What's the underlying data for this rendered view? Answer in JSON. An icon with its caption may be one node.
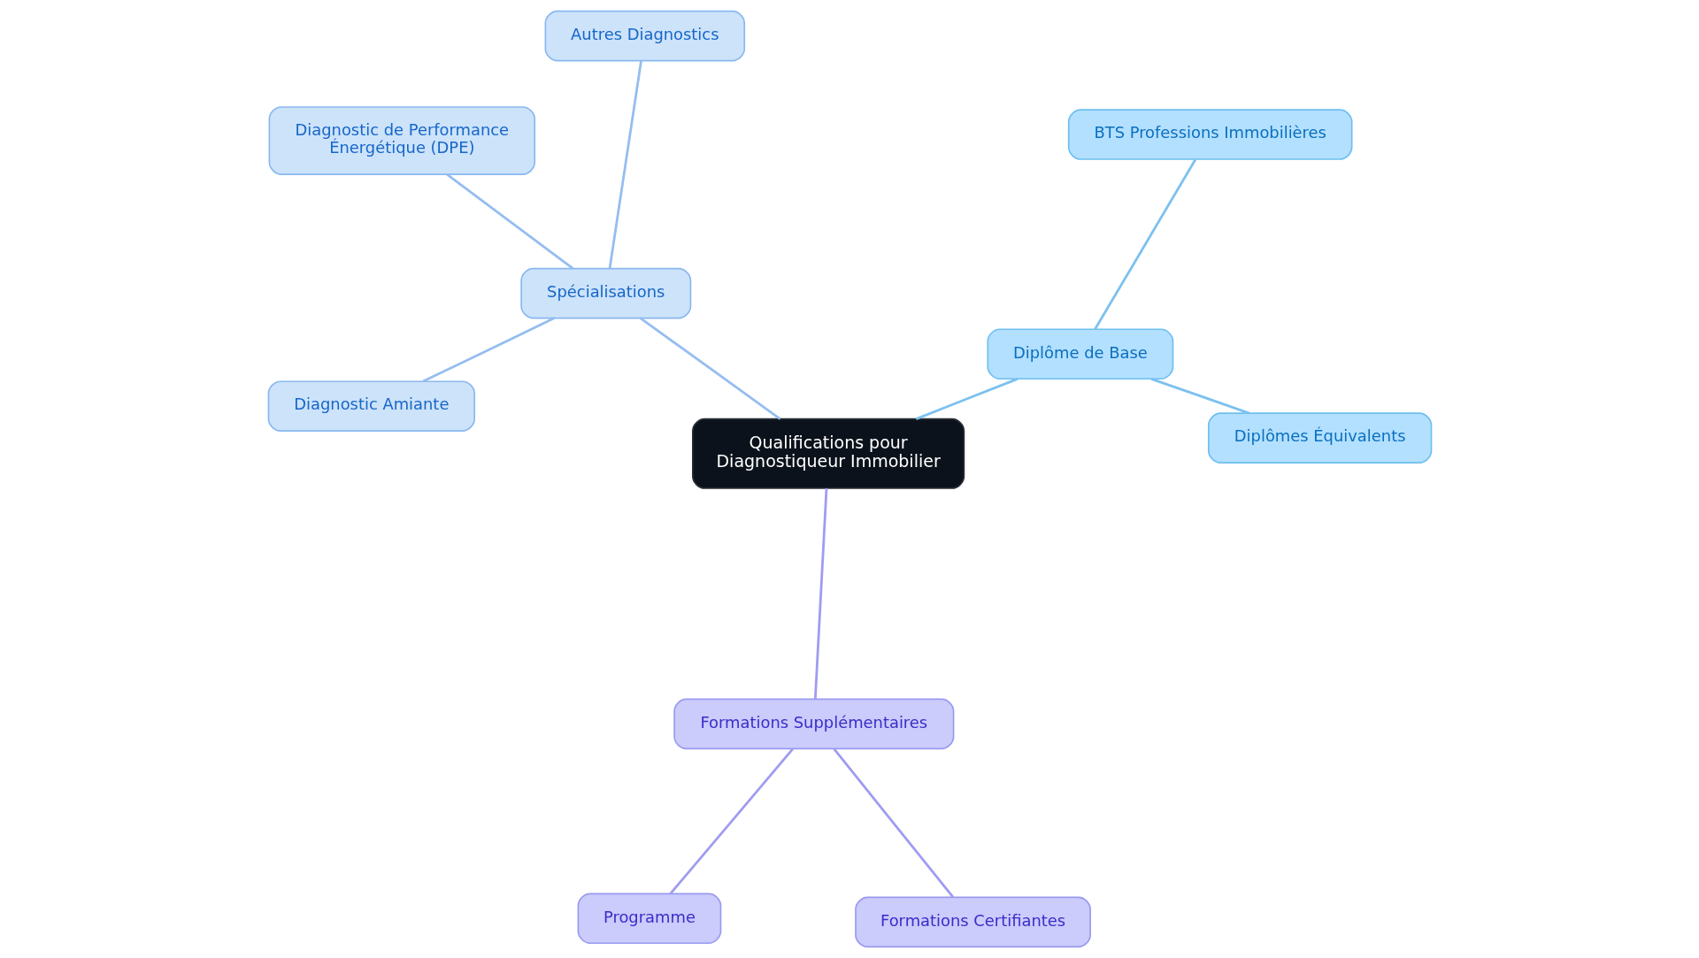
{
  "diagram": {
    "nodes": [
      {
        "text": [
          "Qualifications pour Diagnostiqueur Immobilier"
        ]
      },
      {
        "text": [
          "Diplôme de Base"
        ]
      },
      {
        "text": [
          "Diplômes Équivalents"
        ]
      },
      {
        "text": [
          "BTS Professions Immobilières"
        ]
      },
      {
        "text": [
          "Spécialisations"
        ]
      },
      {
        "text": [
          "Diagnostic de Performance Énergétique (DPE)"
        ]
      },
      {
        "text": [
          "Diagnostic Amiante"
        ]
      },
      {
        "text": [
          "Autres Diagnostics"
        ]
      },
      {
        "text": [
          "Formations Supplémentaires"
        ]
      },
      {
        "text": [
          "Formations Certifiantes"
        ]
      },
      {
        "text": [
          "Programme"
        ]
      }
    ],
    "edges": [
      {
        "from": 0,
        "to": 1,
        "arrow": "none",
        "color": "#7cc1f0"
      },
      {
        "from": 1,
        "to": 2,
        "arrow": "none",
        "color": "#7cc1f0"
      },
      {
        "from": 1,
        "to": 3,
        "arrow": "none",
        "color": "#7cc1f0"
      },
      {
        "from": 0,
        "to": 4,
        "arrow": "none",
        "color": "#95bdf0"
      },
      {
        "from": 4,
        "to": 5,
        "arrow": "none",
        "color": "#95bdf0"
      },
      {
        "from": 4,
        "to": 6,
        "arrow": "none",
        "color": "#95bdf0"
      },
      {
        "from": 4,
        "to": 7,
        "arrow": "none",
        "color": "#95bdf0"
      },
      {
        "from": 0,
        "to": 8,
        "arrow": "none",
        "color": "#a09cf0"
      },
      {
        "from": 8,
        "to": 9,
        "arrow": "none",
        "color": "#a09cf0"
      },
      {
        "from": 8,
        "to": 10,
        "arrow": "none",
        "color": "#a09cf0"
      }
    ]
  }
}
